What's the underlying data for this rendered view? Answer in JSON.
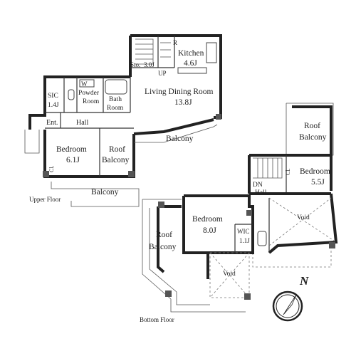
{
  "rooms": {
    "kitchen": {
      "name": "Kitchen",
      "size": "4.6J"
    },
    "storage": {
      "name": "Sto.",
      "size": "3.0J"
    },
    "refrigerator": "R",
    "up": "UP",
    "living_dining": {
      "name": "Living Dining Room",
      "size": "13.8J"
    },
    "sic": {
      "name": "SIC",
      "size": "1.4J"
    },
    "washer": "W",
    "powder_room": {
      "line1": "Powder",
      "line2": "Room"
    },
    "bath_room": {
      "line1": "Bath",
      "line2": "Room"
    },
    "entrance": "Ent.",
    "hall_upper": "Hall",
    "balcony_upper_right": "Balcony",
    "bedroom_upper": {
      "name": "Bedroom",
      "size": "6.1J"
    },
    "cl_upper": "Cl.",
    "roof_balcony_upper": {
      "line1": "Roof",
      "line2": "Balcony"
    },
    "balcony_upper_bottom": "Balcony",
    "roof_balcony_right": {
      "line1": "Roof",
      "line2": "Balcony"
    },
    "cl_lower": "Cl.",
    "bedroom_lower_right": {
      "name": "Bedroom",
      "size": "5.5J"
    },
    "dn": "DN",
    "hall_lower": "Hall",
    "void_right": "Void",
    "bedroom_lower": {
      "name": "Bedroom",
      "size": "8.0J"
    },
    "wic": {
      "name": "WIC",
      "size": "1.1J"
    },
    "roof_balcony_lower": {
      "line1": "Roof",
      "line2": "Balcony"
    },
    "void_lower": "Void"
  },
  "floors": {
    "upper": "Upper Floor",
    "bottom": "Bottom Floor"
  },
  "compass": {
    "north": "N"
  }
}
